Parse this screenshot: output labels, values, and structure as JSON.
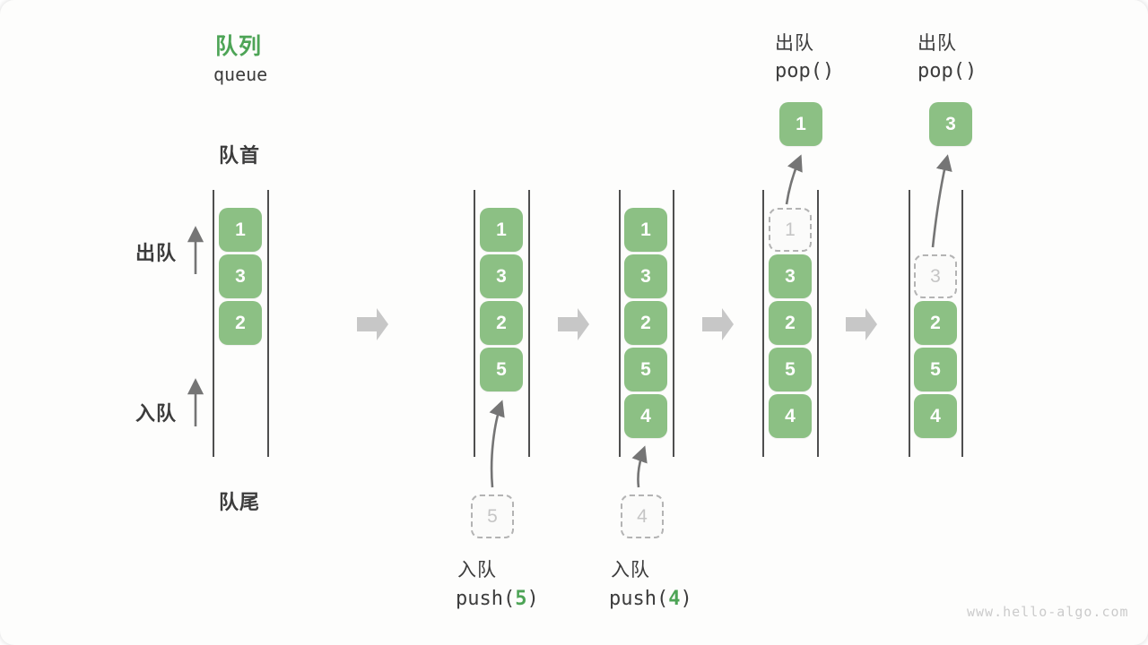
{
  "title": {
    "zh": "队列",
    "en": "queue"
  },
  "labels": {
    "front": "队首",
    "rear": "队尾",
    "dequeue_side": "出队",
    "enqueue_side": "入队"
  },
  "operations": {
    "push5": {
      "zh": "入队",
      "code_prefix": "push(",
      "arg": "5",
      "code_suffix": ")"
    },
    "push4": {
      "zh": "入队",
      "code_prefix": "push(",
      "arg": "4",
      "code_suffix": ")"
    },
    "pop1": {
      "zh": "出队",
      "code": "pop()"
    },
    "pop2": {
      "zh": "出队",
      "code": "pop()"
    }
  },
  "states": [
    {
      "boxes": [
        "1",
        "3",
        "2"
      ]
    },
    {
      "boxes": [
        "1",
        "3",
        "2",
        "5"
      ],
      "incoming": "5"
    },
    {
      "boxes": [
        "1",
        "3",
        "2",
        "5",
        "4"
      ],
      "incoming": "4"
    },
    {
      "ghost": "1",
      "boxes": [
        "3",
        "2",
        "5",
        "4"
      ],
      "popped": "1"
    },
    {
      "ghost": "3",
      "boxes": [
        "2",
        "5",
        "4"
      ],
      "popped": "3"
    }
  ],
  "watermark": "www.hello-algo.com",
  "palette": {
    "cell_green": "#8CC084",
    "accent_green": "#4DA456",
    "text_dark": "#3C3C3C",
    "thin_arrow_gray": "#757575",
    "block_arrow_gray": "#C7C7C7",
    "wall_line": "#4F4F4F",
    "ghost_border": "#B3B3B3",
    "ghost_text": "#C5C5C5",
    "watermark_gray": "#CBCBCB"
  }
}
